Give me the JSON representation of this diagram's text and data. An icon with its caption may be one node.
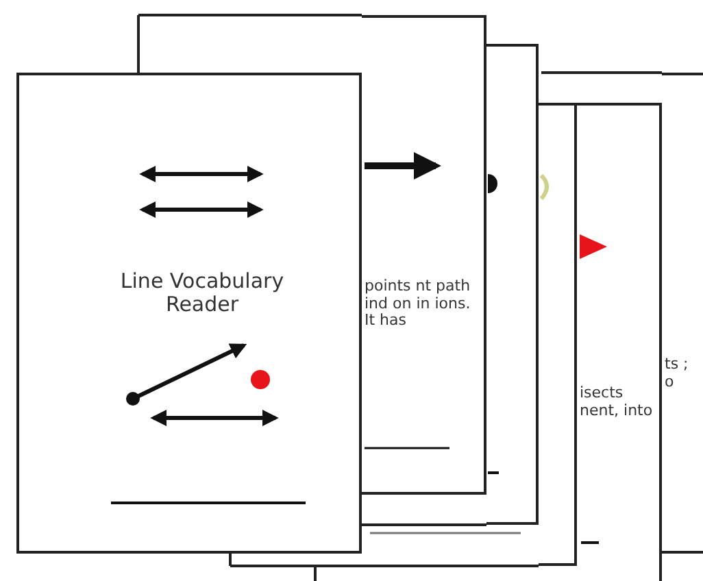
{
  "diagram": {
    "nodes": [
      {
        "text": [
          "Line Vocabulary Reader"
        ]
      },
      {
        "text": [
          "points nt path ind on in ions. It has"
        ]
      },
      {
        "text": [],
        "shape": "box"
      },
      {
        "text": [],
        "shape": "box"
      },
      {
        "text": [
          "isects nent, into"
        ]
      },
      {
        "text": [
          "ts ; o"
        ]
      }
    ]
  }
}
